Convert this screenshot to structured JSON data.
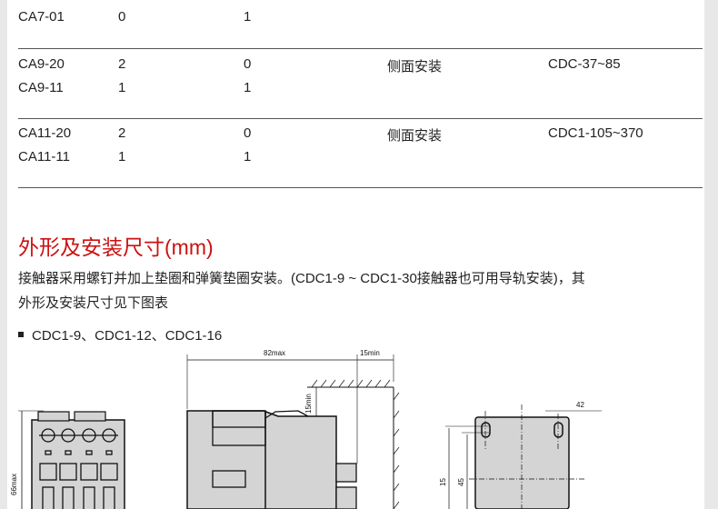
{
  "table": {
    "rows": [
      {
        "model": "CA7-01",
        "no": "0",
        "nc": "1",
        "mount": "",
        "applies": ""
      },
      {
        "model": "CA9-20",
        "no": "2",
        "nc": "0",
        "mount": "侧面安装",
        "applies": "CDC-37~85"
      },
      {
        "model": "CA9-11",
        "no": "1",
        "nc": "1",
        "mount": "",
        "applies": ""
      },
      {
        "model": "CA11-20",
        "no": "2",
        "nc": "0",
        "mount": "侧面安装",
        "applies": "CDC1-105~370"
      },
      {
        "model": "CA11-11",
        "no": "1",
        "nc": "1",
        "mount": "",
        "applies": ""
      }
    ]
  },
  "section": {
    "title": "外形及安装尺寸(mm)",
    "para_line1": "接触器采用螺钉并加上垫圈和弹簧垫圈安装。(CDC1-9 ~ CDC1-30接触器也可用导轨安装)，其",
    "para_line2": "外形及安装尺寸见下图表",
    "bullet": "CDC1-9、CDC1-12、CDC1-16"
  },
  "drawing": {
    "dim_height": "66max",
    "dim_depth": "82max",
    "dim_clear_side": "15min",
    "dim_clear_top": "15min",
    "dim_42": "42",
    "dim_15": "15",
    "dim_45": "45"
  }
}
